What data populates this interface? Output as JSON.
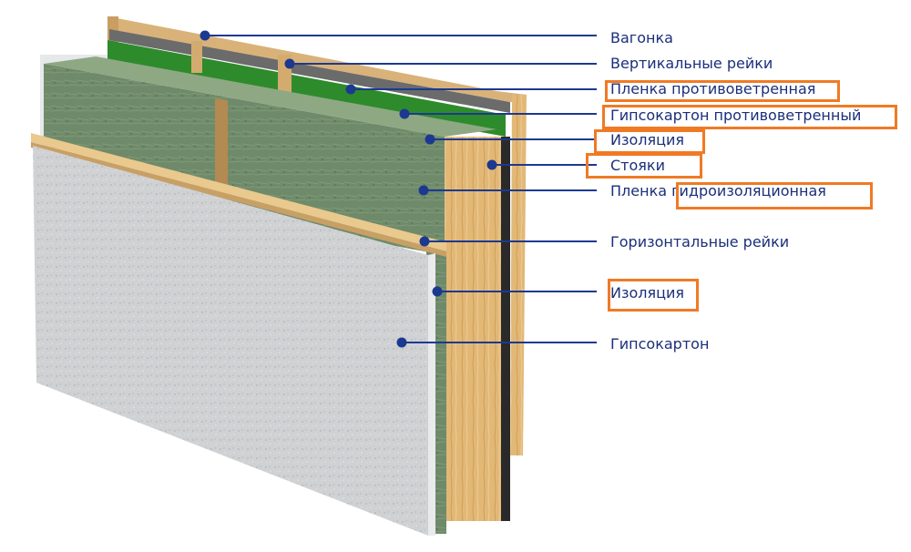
{
  "colors": {
    "leader": "#1c3990",
    "label_text": "#1a2f7a",
    "highlight": "#f07a24",
    "green_membrane": "#2e8b2b",
    "insulation": "#6f8a6a",
    "wood": "#e2b877",
    "drywall": "#cfd1d3"
  },
  "labels": [
    {
      "text": "Вагонка",
      "highlighted": false
    },
    {
      "text": "Вертикальные рейки",
      "highlighted": false
    },
    {
      "text": "Пленка противоветренная",
      "highlighted": true
    },
    {
      "text": "Гипсокартон противоветренный",
      "highlighted": true
    },
    {
      "text": "Изоляция",
      "highlighted": true
    },
    {
      "text": "Стояки",
      "highlighted": true
    },
    {
      "text": "Пленка гидроизоляционная",
      "highlighted": true
    },
    {
      "text": "Горизонтальные рейки",
      "highlighted": false
    },
    {
      "text": "Изоляция",
      "highlighted": true
    },
    {
      "text": "Гипсокартон",
      "highlighted": false
    }
  ]
}
